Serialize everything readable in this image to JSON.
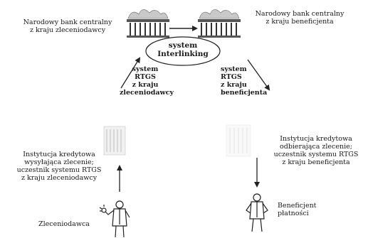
{
  "nodes": {
    "central_bank_sender": {
      "line1": "Narodowy bank centralny",
      "line2": "z kraju zleceniodawcy"
    },
    "central_bank_beneficiary": {
      "line1": "Narodowy bank centralny",
      "line2": "z kraju beneficjenta"
    },
    "interlinking": {
      "line1": "system",
      "line2": "Interlinking"
    },
    "rtgs_sender": {
      "line1": "system",
      "line2": "RTGS",
      "line3": "z kraju",
      "line4": "zleceniodawcy"
    },
    "rtgs_beneficiary": {
      "line1": "system",
      "line2": "RTGS",
      "line3": "z kraju",
      "line4": "beneficjenta"
    },
    "sending_institution": {
      "line1": "Instytucja kredytowa",
      "line2": "wysyłająca zlecenie;",
      "line3": "uczestnik systemu RTGS",
      "line4": "z kraju zleceniodawcy"
    },
    "receiving_institution": {
      "line1": "Instytucja kredytowa",
      "line2": "odbierająca zlecenie;",
      "line3": "uczestnik systemu RTGS",
      "line4": "z kraju beneficjenta"
    },
    "orderer": {
      "label": "Zleceniodawca"
    },
    "beneficiary": {
      "line1": "Beneficjent",
      "line2": "płatności"
    }
  },
  "icons": [
    "bank-building-icon",
    "office-building-icon",
    "person-icon"
  ]
}
